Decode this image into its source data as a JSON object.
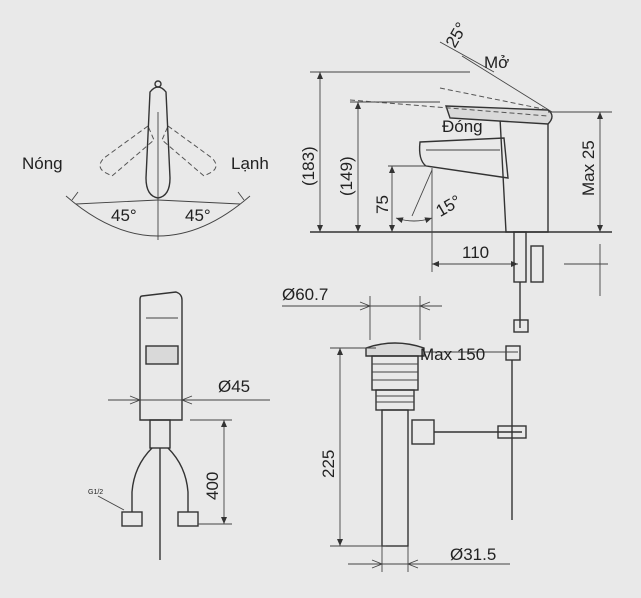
{
  "colors": {
    "background": "#e9e9e9",
    "line": "#333333"
  },
  "top_view": {
    "label_hot": "Nóng",
    "label_cold": "Lạnh",
    "angle_left": "45°",
    "angle_right": "45°"
  },
  "side_view": {
    "angle_open": "25°",
    "label_open": "Mở",
    "label_closed": "Đóng",
    "height_183": "(183)",
    "height_149": "(149)",
    "height_75": "75",
    "angle_spout": "15°",
    "max_25": "Max 25",
    "reach_110": "110"
  },
  "front_view": {
    "diameter_45": "Ø45",
    "hose_400": "400",
    "thread_label": "G1/2"
  },
  "drain_view": {
    "diameter_60": "Ø60.7",
    "max_150": "Max 150",
    "height_225": "225",
    "diameter_31": "Ø31.5"
  }
}
